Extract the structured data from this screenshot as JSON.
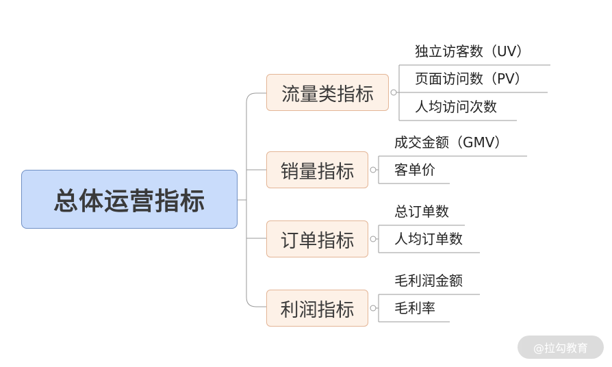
{
  "root": {
    "label": "总体运营指标"
  },
  "branches": [
    {
      "label": "流量类指标",
      "children": [
        "独立访客数（UV）",
        "页面访问数（PV）",
        "人均访问次数"
      ]
    },
    {
      "label": "销量指标",
      "children": [
        "成交金额（GMV）",
        "客单价"
      ]
    },
    {
      "label": "订单指标",
      "children": [
        "总订单数",
        "人均订单数"
      ]
    },
    {
      "label": "利润指标",
      "children": [
        "毛利润金额",
        "毛利率"
      ]
    }
  ],
  "watermark": "@拉勾教育",
  "colors": {
    "root_fill": "#c9dcfb",
    "root_border": "#6f8fc4",
    "branch_fill": "#fdf1e7",
    "branch_border": "#e3b596",
    "line": "#9a9a9a"
  }
}
